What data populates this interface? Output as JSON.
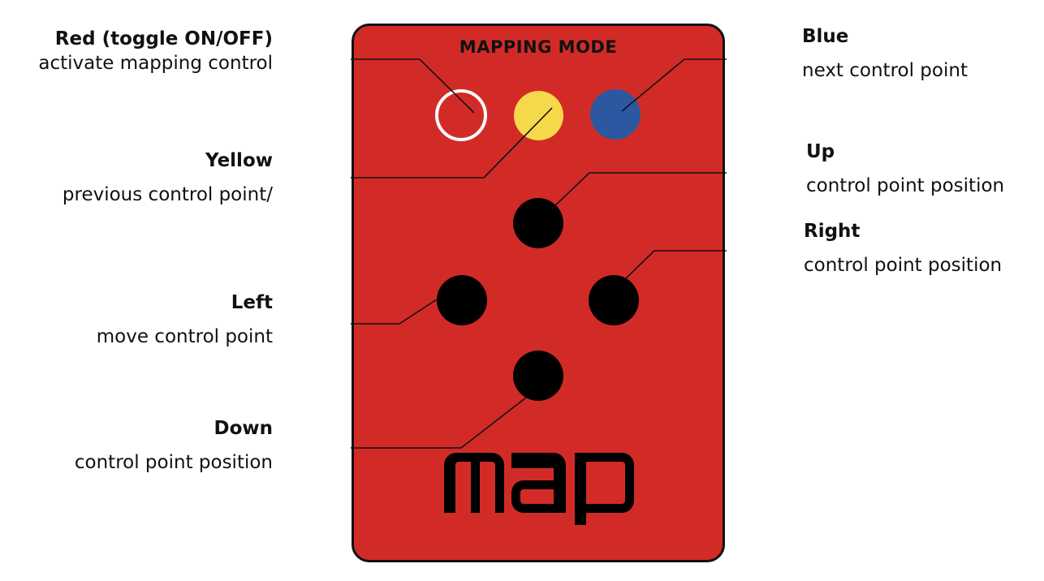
{
  "device": {
    "title": "MAPPING MODE",
    "logo_icon": "map-logo",
    "colors": {
      "body": "#d22b27",
      "red_ring": "#ffffff",
      "yellow": "#f6d94a",
      "blue": "#2b58a0",
      "arrow": "#000000"
    }
  },
  "labels": {
    "red": {
      "title": "Red (toggle ON/OFF)",
      "desc": "activate mapping control"
    },
    "yellow": {
      "title": "Yellow",
      "desc": "previous control point/"
    },
    "left": {
      "title": "Left",
      "desc": "move control point"
    },
    "down": {
      "title": "Down",
      "desc": "control point position"
    },
    "blue": {
      "title": "Blue",
      "desc": "next control point"
    },
    "up": {
      "title": "Up",
      "desc": "control point position"
    },
    "right": {
      "title": "Right",
      "desc": "control point position"
    }
  }
}
